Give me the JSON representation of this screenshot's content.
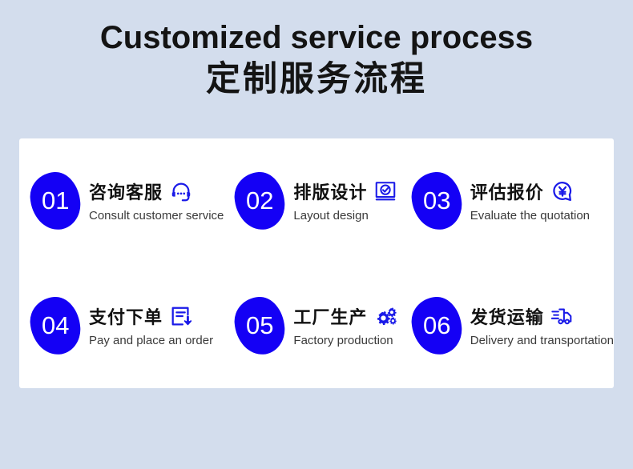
{
  "header": {
    "title_en": "Customized service process",
    "title_cn": "定制服务流程"
  },
  "colors": {
    "background": "#d3dded",
    "card": "#ffffff",
    "badge_blue": "#1400f5",
    "icon_blue": "#1a1ae8",
    "title_text": "#141414",
    "subtitle_text": "#3a3a3a"
  },
  "steps": [
    {
      "number": "01",
      "cn": "咨询客服",
      "en": "Consult customer service",
      "icon": "headset-icon"
    },
    {
      "number": "02",
      "cn": "排版设计",
      "en": "Layout design",
      "icon": "check-monitor-icon"
    },
    {
      "number": "03",
      "cn": "评估报价",
      "en": "Evaluate the quotation",
      "icon": "yuan-bubble-icon"
    },
    {
      "number": "04",
      "cn": "支付下单",
      "en": "Pay and place an order",
      "icon": "document-download-icon"
    },
    {
      "number": "05",
      "cn": "工厂生产",
      "en": "Factory production",
      "icon": "gears-icon"
    },
    {
      "number": "06",
      "cn": "发货运输",
      "en": "Delivery and transportation",
      "icon": "delivery-truck-icon"
    }
  ]
}
